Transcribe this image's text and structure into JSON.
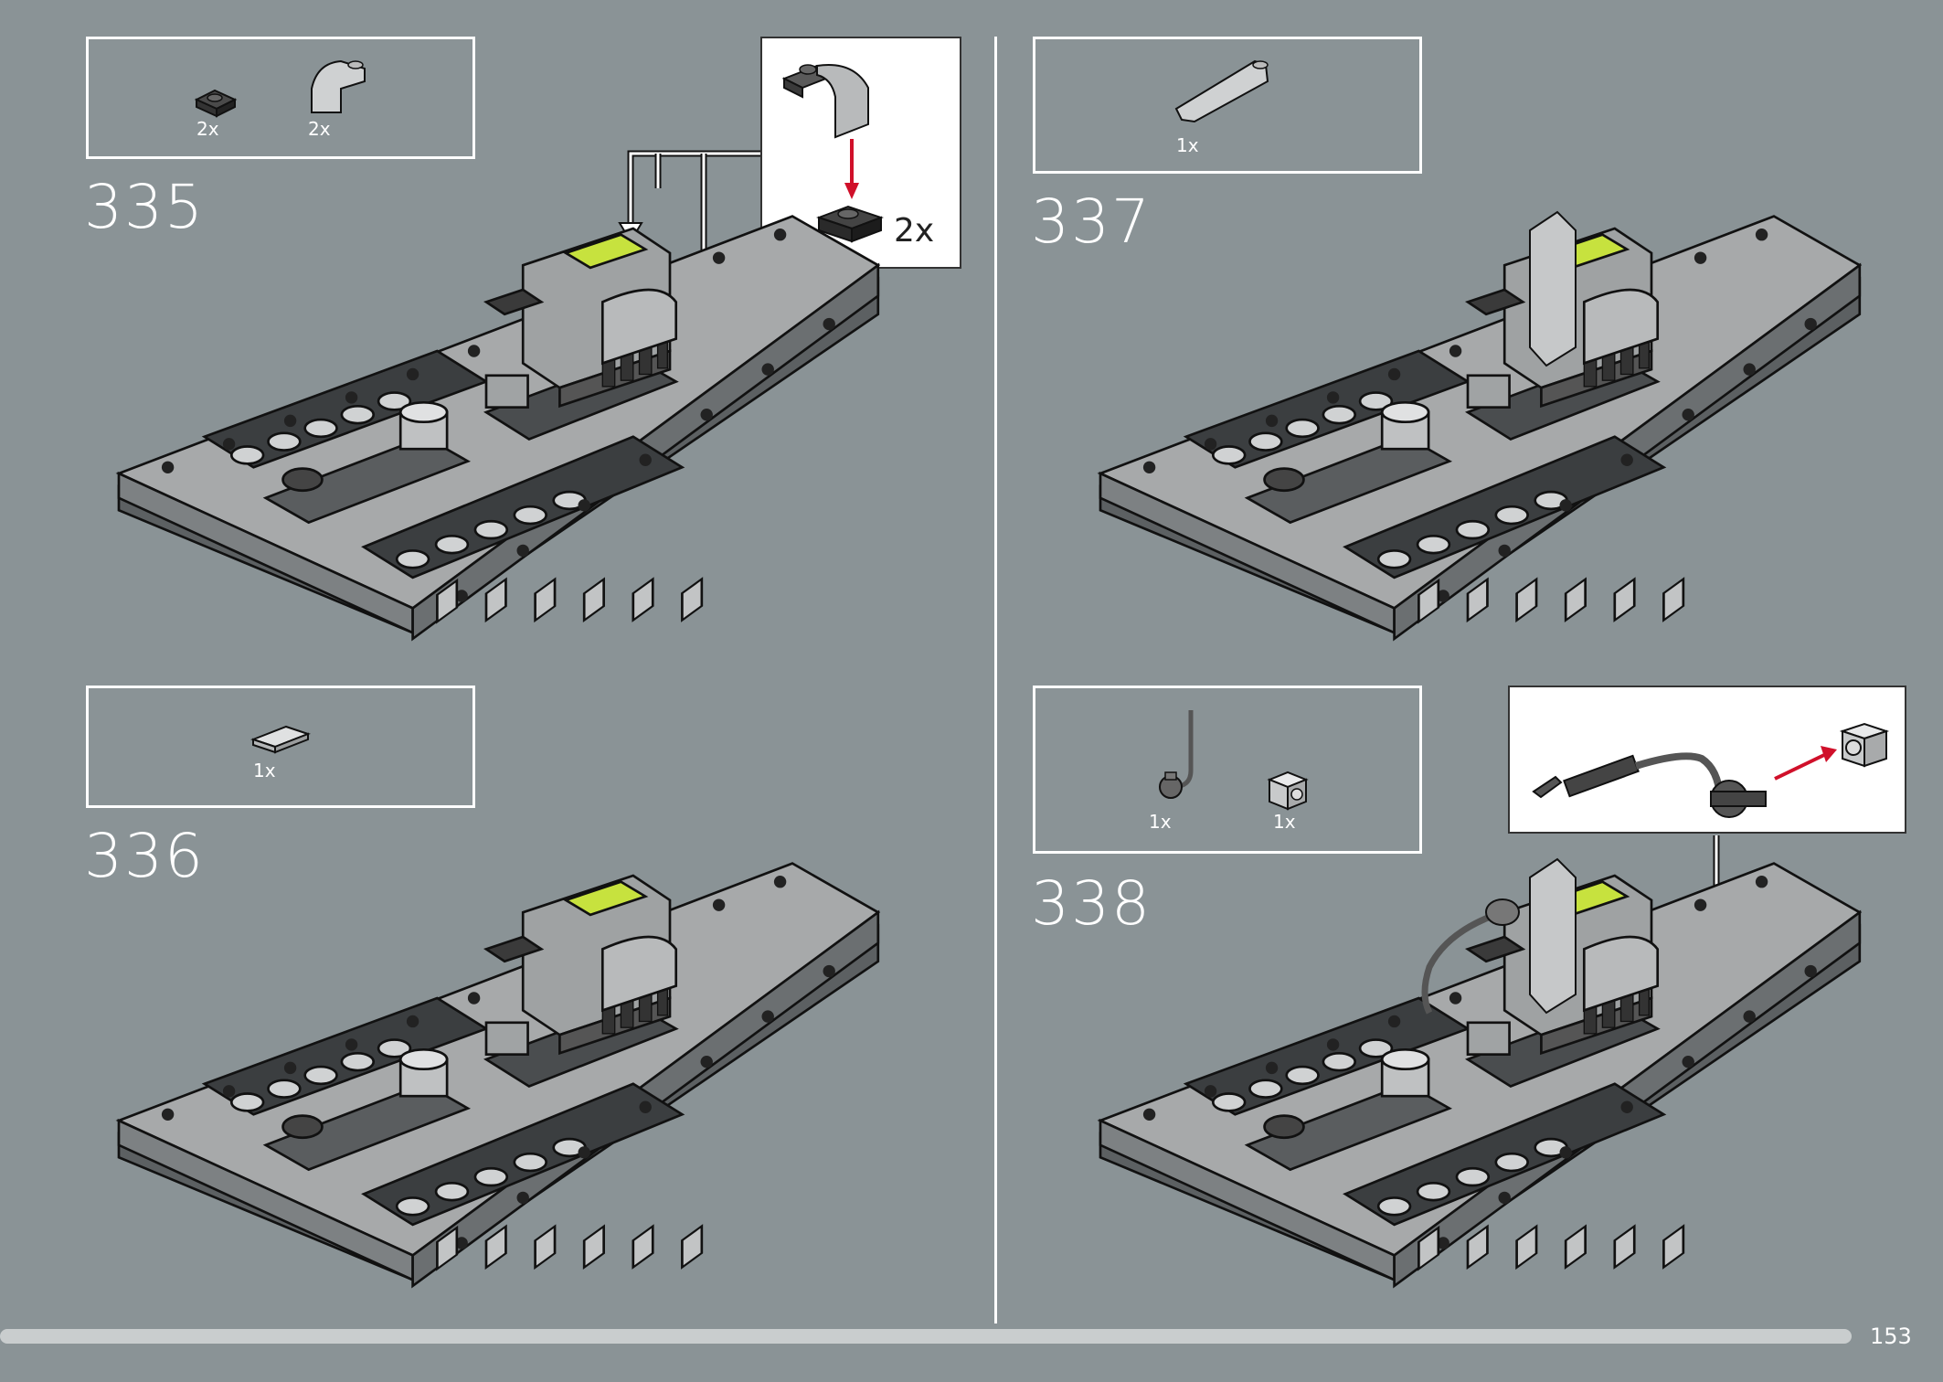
{
  "steps": [
    {
      "number": "335",
      "parts": [
        {
          "qty": "2x",
          "icon": "plate-1x1-dark-icon"
        },
        {
          "qty": "2x",
          "icon": "curved-slope-icon"
        }
      ],
      "callout": {
        "qty": "2x"
      }
    },
    {
      "number": "336",
      "parts": [
        {
          "qty": "1x",
          "icon": "tile-1x2-icon"
        }
      ]
    },
    {
      "number": "337",
      "parts": [
        {
          "qty": "1x",
          "icon": "wedge-slope-icon"
        }
      ]
    },
    {
      "number": "338",
      "parts": [
        {
          "qty": "1x",
          "icon": "hose-assembly-icon"
        },
        {
          "qty": "1x",
          "icon": "brick-1x1-stud-side-icon"
        }
      ]
    }
  ],
  "page": {
    "number": "153"
  },
  "colors": {
    "background": "#8a9396",
    "accent_arrow": "#d0102a",
    "lime": "#c7e23e"
  }
}
